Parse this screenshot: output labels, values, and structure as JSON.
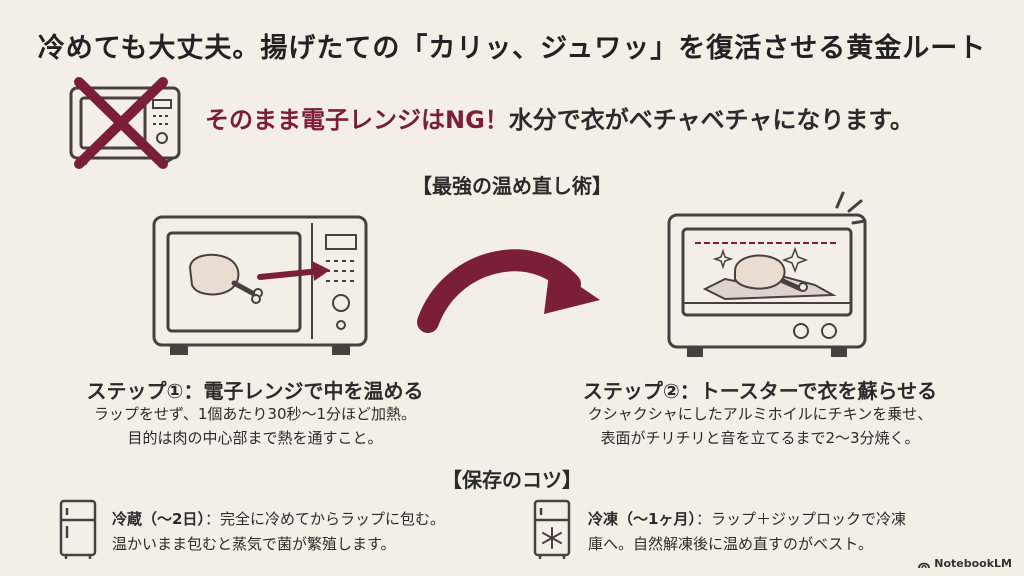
{
  "title": "冷めても大丈夫。揚げたての「カリッ、ジュワッ」を復活させる黄金ルート",
  "warning": {
    "strong": "そのまま電子レンジはNG！",
    "rest": "水分で衣がベチャベチャになります。",
    "icon": "crossed-microwave-icon"
  },
  "method_heading": "【最強の温め直し術】",
  "steps": [
    {
      "title": "ステップ①：電子レンジで中を温める",
      "lines": [
        "ラップをせず、1個あたり30秒〜1分ほど加熱。",
        "目的は肉の中心部まで熱を通すこと。"
      ],
      "icon": "microwave-chicken-icon"
    },
    {
      "title": "ステップ②：トースターで衣を蘇らせる",
      "lines": [
        "クシャクシャにしたアルミホイルにチキンを乗せ、",
        "表面がチリチリと音を立てるまで2〜3分焼く。"
      ],
      "icon": "toaster-oven-chicken-icon"
    }
  ],
  "storage_heading": "【保存のコツ】",
  "storage": [
    {
      "label": "冷蔵（〜2日）",
      "text1": "：完全に冷めてからラップに包む。",
      "text2": "温かいまま包むと蒸気で菌が繁殖します。",
      "icon": "refrigerator-icon"
    },
    {
      "label": "冷凍（〜1ヶ月）",
      "text1": "：ラップ＋ジップロックで冷凍",
      "text2": "庫へ。自然解凍後に温め直すのがベスト。",
      "icon": "freezer-icon"
    }
  ],
  "badge": "NotebookLM",
  "colors": {
    "accent": "#7a1f35",
    "line": "#4a3f3f",
    "background": "#f4efe6"
  }
}
